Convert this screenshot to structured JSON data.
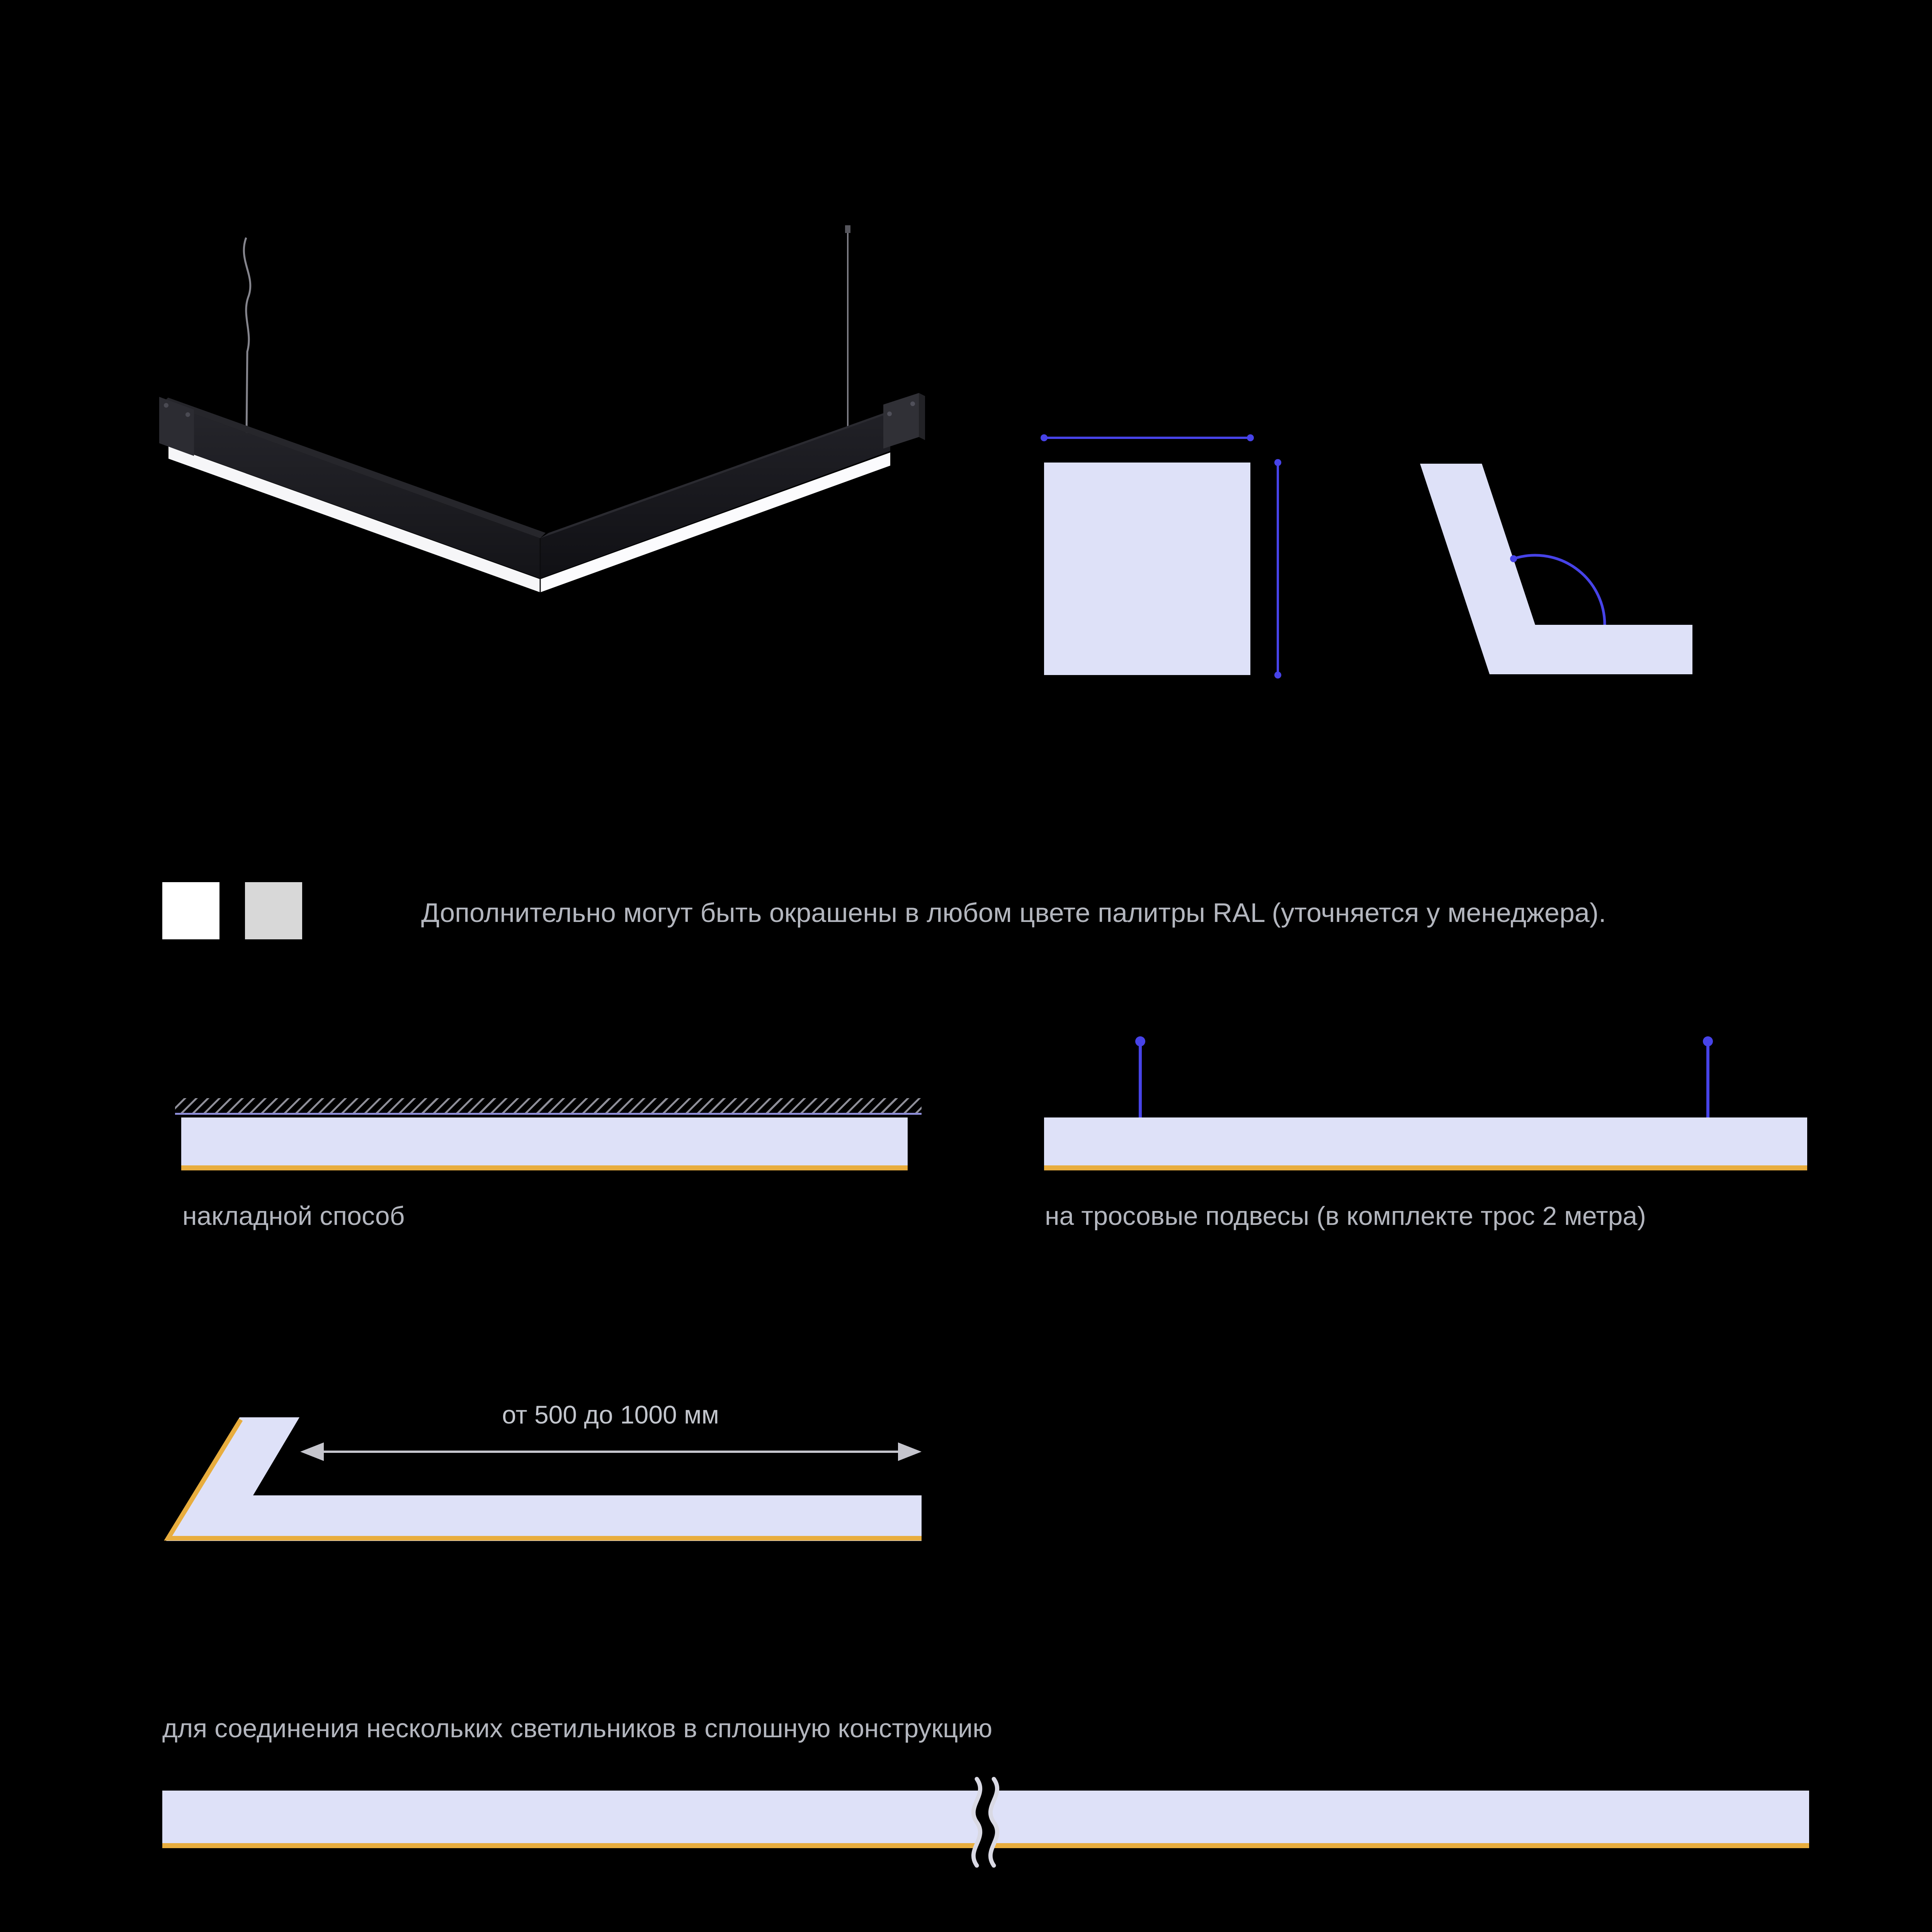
{
  "colors": {
    "background": "#000000",
    "profile_fill": "#dee1f8",
    "edge_gold": "#e8ad3e",
    "dimension_blue": "#4743e8",
    "text": "#b3b6be",
    "swatch_white": "#ffffff",
    "swatch_gray": "#d8d8d8"
  },
  "ral_note": "Дополнительно могут быть окрашены в любом цвете палитры RAL (уточняется у менеджера).",
  "mounting": {
    "surface_label": "накладной способ",
    "cable_label": "на тросовые подвесы (в комплекте трос 2 метра)"
  },
  "length_diagram": {
    "range_label": "от 500 до 1000 мм"
  },
  "connection": {
    "label": "для соединения нескольких светильников в сплошную конструкцию"
  }
}
